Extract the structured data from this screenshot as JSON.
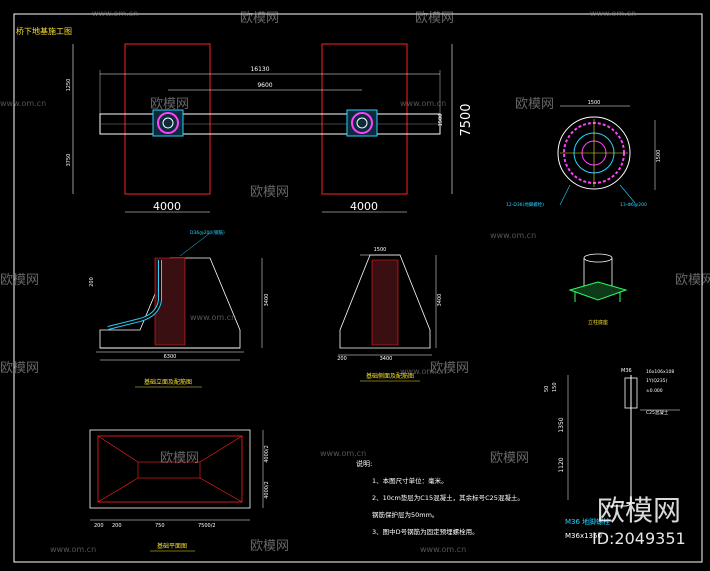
{
  "title": "桥下地基施工图",
  "watermark": {
    "site": "www.om.cn",
    "brand": "欧模网",
    "id_label": "ID:2049351"
  },
  "plan_top": {
    "dim_total": "16130",
    "dim_inner": "9600",
    "dim_height": "7500",
    "dim_left_small": "1250",
    "dim_left_lower": "3750",
    "dim_right_small": "1500",
    "footing_width_a": "4000",
    "footing_width_b": "4000"
  },
  "pile_section": {
    "dim_width": "1500",
    "dim_height": "1500",
    "note_a": "12-D36(地脚螺栓)",
    "note_b": "13-Φ6@200"
  },
  "elevation": {
    "title": "基础立面及配筋图",
    "note": "D36@200(钢筋)",
    "dim_bottom": "6300",
    "dim_height": "3400",
    "dim_side": "200"
  },
  "section": {
    "title": "基础侧面及配筋图",
    "dim_top": "1500",
    "dim_bottom": "3400",
    "dim_side": "200",
    "dim_height": "3400"
  },
  "plan_bottom": {
    "title": "基础平面图",
    "dims": [
      "200",
      "200",
      "750",
      "7500/2"
    ],
    "dim_side_a": "4000/2",
    "dim_side_b": "4000/2"
  },
  "notes": {
    "heading": "说明:",
    "items": [
      "1、本图尺寸单位：毫米。",
      "2、10cm垫层为C15混凝土，其余标号C25混凝土。",
      "   钢筋保护层为50mm。",
      "3、图中D号钢筋为固定预埋螺栓用。"
    ]
  },
  "bolt": {
    "label_top": "M36",
    "dim_a": "50",
    "dim_b": "150",
    "dim_c": "1350",
    "dim_d": "1120",
    "note_a": "16x106x108",
    "note_b": "1Y(Q235)",
    "note_c": "±0.000",
    "note_d": "C25混凝土",
    "caption": "M36 地脚螺栓",
    "caption2": "M36x1350"
  },
  "detail_3d": {
    "caption": "立柱底座"
  }
}
